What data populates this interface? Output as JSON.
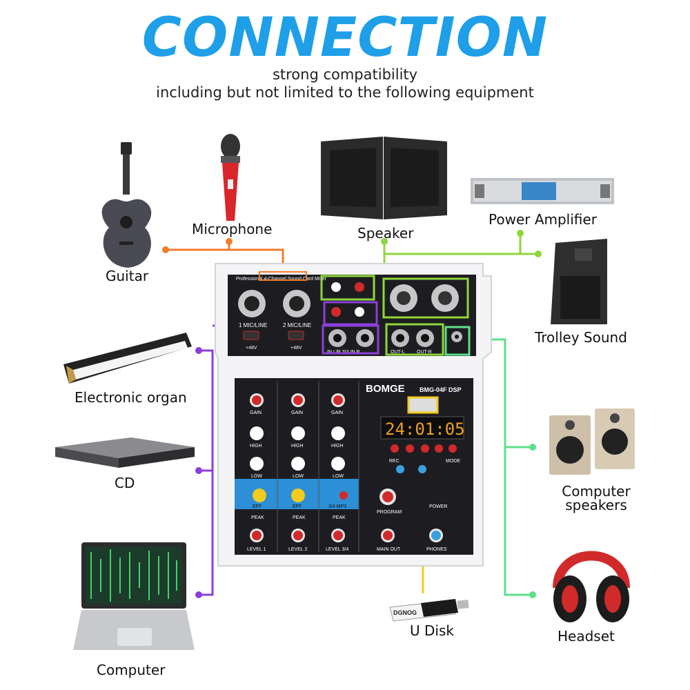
{
  "header": {
    "title": "CONNECTION",
    "subtitle_line1": "strong compatibility",
    "subtitle_line2": "including but not limited to the following equipment"
  },
  "devices": {
    "guitar": "Guitar",
    "microphone": "Microphone",
    "speaker": "Speaker",
    "power_amplifier": "Power Amplifier",
    "trolley_sound": "Trolley Sound",
    "electronic_organ": "Electronic organ",
    "cd": "CD",
    "computer": "Computer",
    "computer_speakers_line1": "Computer",
    "computer_speakers_line2": "speakers",
    "headset": "Headset",
    "u_disk": "U Disk"
  },
  "mixer": {
    "brand": "BOMGE",
    "model": "BMG-04F DSP",
    "top_label": "Professional 4-Channel Sound Card Mixer",
    "display": "24:01:05",
    "ch1": "1 MIC/LINE",
    "ch2": "2 MIC/LINE",
    "phantom": "+48V",
    "in34": "IN L/R 3/4 IN R",
    "out_l": "OUT-L",
    "out_r": "OUT-R",
    "gain": "GAIN",
    "high": "HIGH",
    "low": "LOW",
    "eff": "EFF",
    "peak": "PEAK",
    "level1": "LEVEL 1",
    "level2": "LEVEL 2",
    "level34": "LEVEL 3/4",
    "main_out": "MAIN OUT",
    "phones": "PHONES",
    "program": "PROGRAM",
    "mp3": "3/4 MP3",
    "rec": "REC",
    "mode": "MODE",
    "power": "POWER",
    "usb_stick_brand": "DGNOG"
  },
  "colors": {
    "title": "#1e9fe8",
    "orange_line": "#f07b2e",
    "green_line": "#8fd63b",
    "mint_line": "#5ee08a",
    "purple_line": "#8b3fd9",
    "yellow_line": "#f2cc1c"
  }
}
